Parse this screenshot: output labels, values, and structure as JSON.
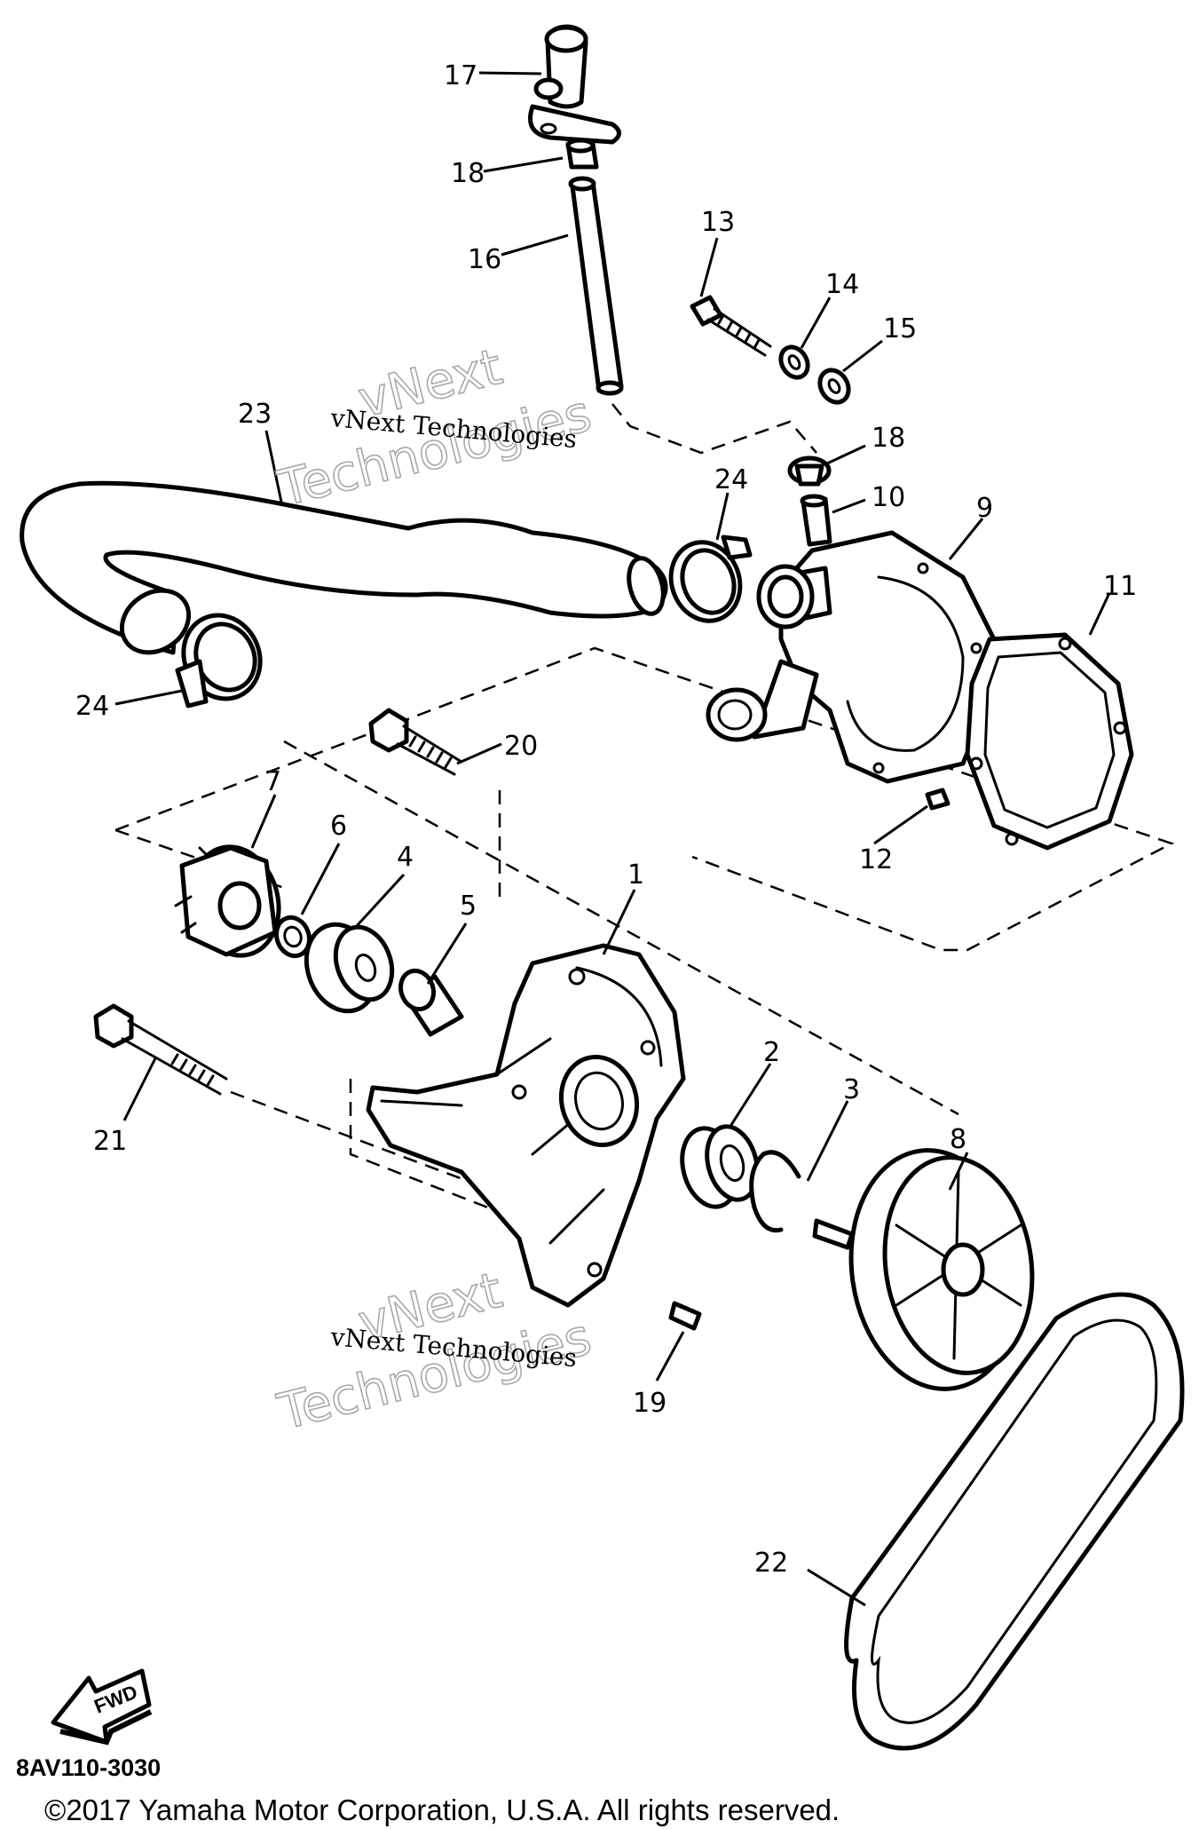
{
  "callouts": [
    {
      "id": "c17",
      "text": "17"
    },
    {
      "id": "c18a",
      "text": "18"
    },
    {
      "id": "c16",
      "text": "16"
    },
    {
      "id": "c13",
      "text": "13"
    },
    {
      "id": "c14",
      "text": "14"
    },
    {
      "id": "c15",
      "text": "15"
    },
    {
      "id": "c23",
      "text": "23"
    },
    {
      "id": "c18b",
      "text": "18"
    },
    {
      "id": "c10",
      "text": "10"
    },
    {
      "id": "c24a",
      "text": "24"
    },
    {
      "id": "c9",
      "text": "9"
    },
    {
      "id": "c11",
      "text": "11"
    },
    {
      "id": "c24b",
      "text": "24"
    },
    {
      "id": "c20",
      "text": "20"
    },
    {
      "id": "c12",
      "text": "12"
    },
    {
      "id": "c7",
      "text": "7"
    },
    {
      "id": "c6",
      "text": "6"
    },
    {
      "id": "c4",
      "text": "4"
    },
    {
      "id": "c5",
      "text": "5"
    },
    {
      "id": "c1",
      "text": "1"
    },
    {
      "id": "c2",
      "text": "2"
    },
    {
      "id": "c3",
      "text": "3"
    },
    {
      "id": "c21",
      "text": "21"
    },
    {
      "id": "c8",
      "text": "8"
    },
    {
      "id": "c19",
      "text": "19"
    },
    {
      "id": "c22",
      "text": "22"
    }
  ],
  "watermark": {
    "line1": "vNext Technologies",
    "line2a": "vNext",
    "line2b": "Technologies"
  },
  "fwd_label": "FWD",
  "diagram_code": "8AV110-3030",
  "copyright": "©2017 Yamaha Motor Corporation, U.S.A. All rights reserved."
}
